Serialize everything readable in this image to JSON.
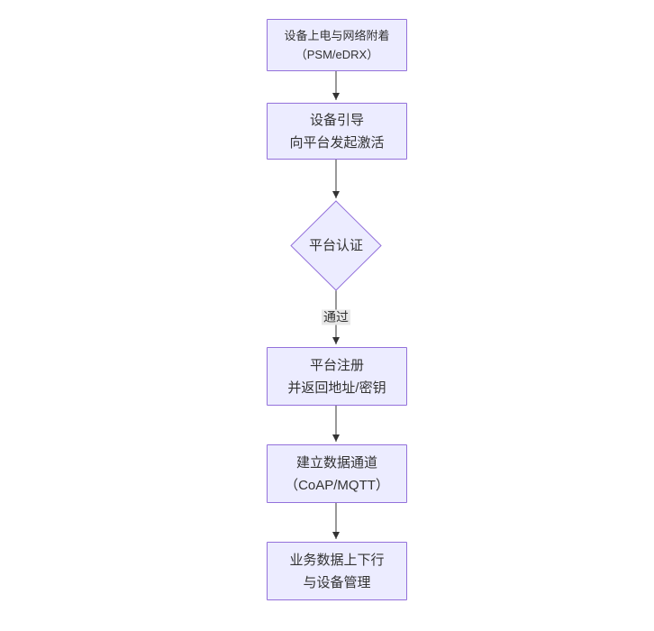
{
  "diagram": {
    "type": "flowchart",
    "direction": "top-down",
    "nodes": [
      {
        "id": "attach",
        "shape": "rect",
        "lines": [
          "设备上电与网络附着",
          "（PSM/eDRX）"
        ]
      },
      {
        "id": "bootstrap",
        "shape": "rect",
        "lines": [
          "设备引导",
          "向平台发起激活"
        ]
      },
      {
        "id": "auth",
        "shape": "diamond",
        "lines": [
          "平台认证"
        ]
      },
      {
        "id": "register",
        "shape": "rect",
        "lines": [
          "平台注册",
          "并返回地址/密钥"
        ]
      },
      {
        "id": "channel",
        "shape": "rect",
        "lines": [
          "建立数据通道",
          "（CoAP/MQTT）"
        ]
      },
      {
        "id": "business",
        "shape": "rect",
        "lines": [
          "业务数据上下行",
          "与设备管理"
        ]
      }
    ],
    "edges": [
      {
        "from": "attach",
        "to": "bootstrap",
        "label": ""
      },
      {
        "from": "bootstrap",
        "to": "auth",
        "label": ""
      },
      {
        "from": "auth",
        "to": "register",
        "label": "通过"
      },
      {
        "from": "register",
        "to": "channel",
        "label": ""
      },
      {
        "from": "channel",
        "to": "business",
        "label": ""
      }
    ]
  },
  "colors": {
    "node_fill": "#ECECFF",
    "node_border": "#9370DB",
    "edge_color": "#333333",
    "text_color": "#333333",
    "edge_label_bg": "#e8e8e8",
    "canvas_bg": "#ffffff"
  }
}
